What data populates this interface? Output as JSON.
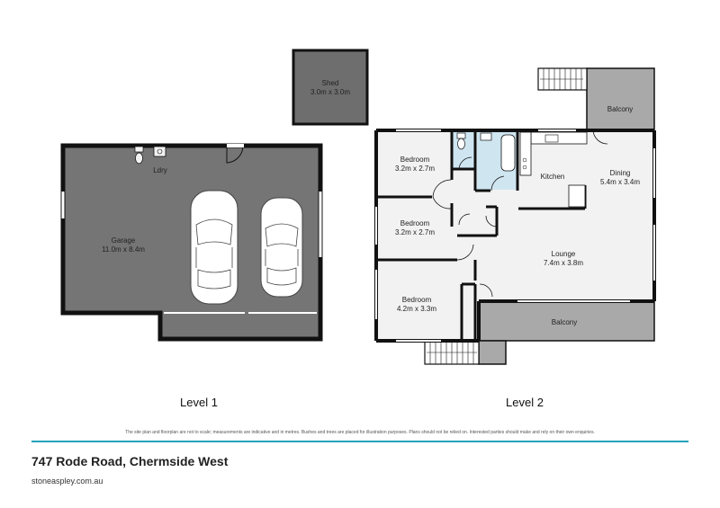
{
  "level1": {
    "title": "Level 1",
    "shed_name": "Shed",
    "shed_size": "3.0m x 3.0m",
    "garage_name": "Garage",
    "garage_size": "11.0m x 8.4m",
    "laundry": "Ldry"
  },
  "level2": {
    "title": "Level 2",
    "bedroom1_name": "Bedroom",
    "bedroom1_size": "3.2m x 2.7m",
    "bedroom2_name": "Bedroom",
    "bedroom2_size": "3.2m x 2.7m",
    "bedroom3_name": "Bedroom",
    "bedroom3_size": "4.2m x 3.3m",
    "kitchen": "Kitchen",
    "dining_name": "Dining",
    "dining_size": "5.4m x 3.4m",
    "lounge_name": "Lounge",
    "lounge_size": "7.4m x 3.8m",
    "balcony_top": "Balcony",
    "balcony_bottom": "Balcony"
  },
  "footer": {
    "disclaimer": "The site plan and floorplan are not to scale; measurements are indicative and in metres. Bushes and trees are placed for illustration purposes. Plans should not be relied on. Interested parties should make and rely on their own enquiries.",
    "address": "747 Rode Road, Chermside West",
    "website": "stoneaspley.com.au"
  },
  "colors": {
    "wall": "#111111",
    "garage_floor": "#757575",
    "shed_floor": "#6e6e6e",
    "room_floor": "#f2f2f2",
    "wet_area": "#cfe6f1",
    "balcony": "#a9a9a9",
    "accent": "#21a3b8"
  }
}
